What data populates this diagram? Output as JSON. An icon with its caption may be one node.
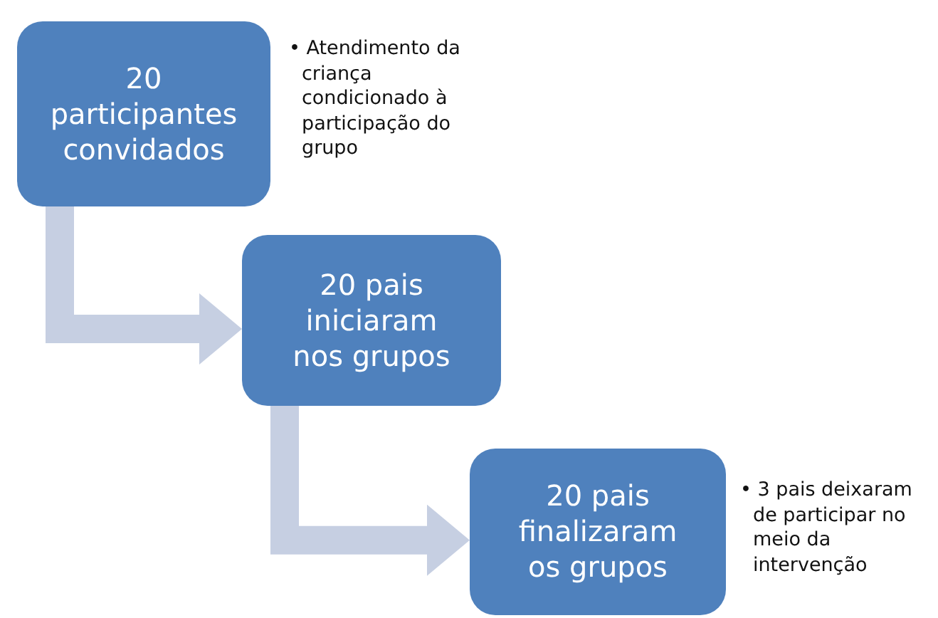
{
  "diagram": {
    "nodes": [
      {
        "text": [
          "20 participantes convidados"
        ],
        "beside": [
          "• Atendimento da criança condicionado à participação do grupo"
        ]
      },
      {
        "text": [
          "20 pais iniciaram nos grupos"
        ]
      },
      {
        "text": [
          "20 pais finalizaram os grupos"
        ],
        "beside": [
          "• 3 pais deixaram de participar no meio da intervenção"
        ]
      }
    ],
    "edges": [
      {
        "from": 0,
        "to": 1,
        "arrow": "to"
      },
      {
        "from": 1,
        "to": 2,
        "arrow": "to"
      }
    ]
  }
}
